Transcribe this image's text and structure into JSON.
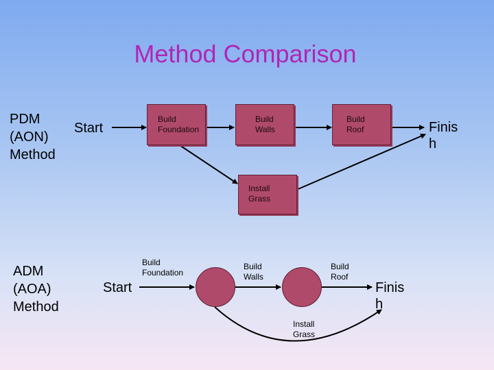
{
  "title": "Method Comparison",
  "pdm": {
    "label": "PDM\n(AON)\nMethod",
    "start": "Start",
    "finish": "Finis\nh",
    "activities": {
      "foundation": "Build\nFoundation",
      "walls": "Build\nWalls",
      "roof": "Build\nRoof",
      "grass": "Install\nGrass"
    }
  },
  "adm": {
    "label": "ADM\n(AOA)\nMethod",
    "start": "Start",
    "finish": "Finis\nh",
    "activities": {
      "foundation": "Build\nFoundation",
      "walls": "Build\nWalls",
      "roof": "Build\nRoof",
      "grass": "Install\nGrass"
    }
  },
  "colors": {
    "node_fill": "#b04a6a",
    "title": "#b026b4"
  }
}
